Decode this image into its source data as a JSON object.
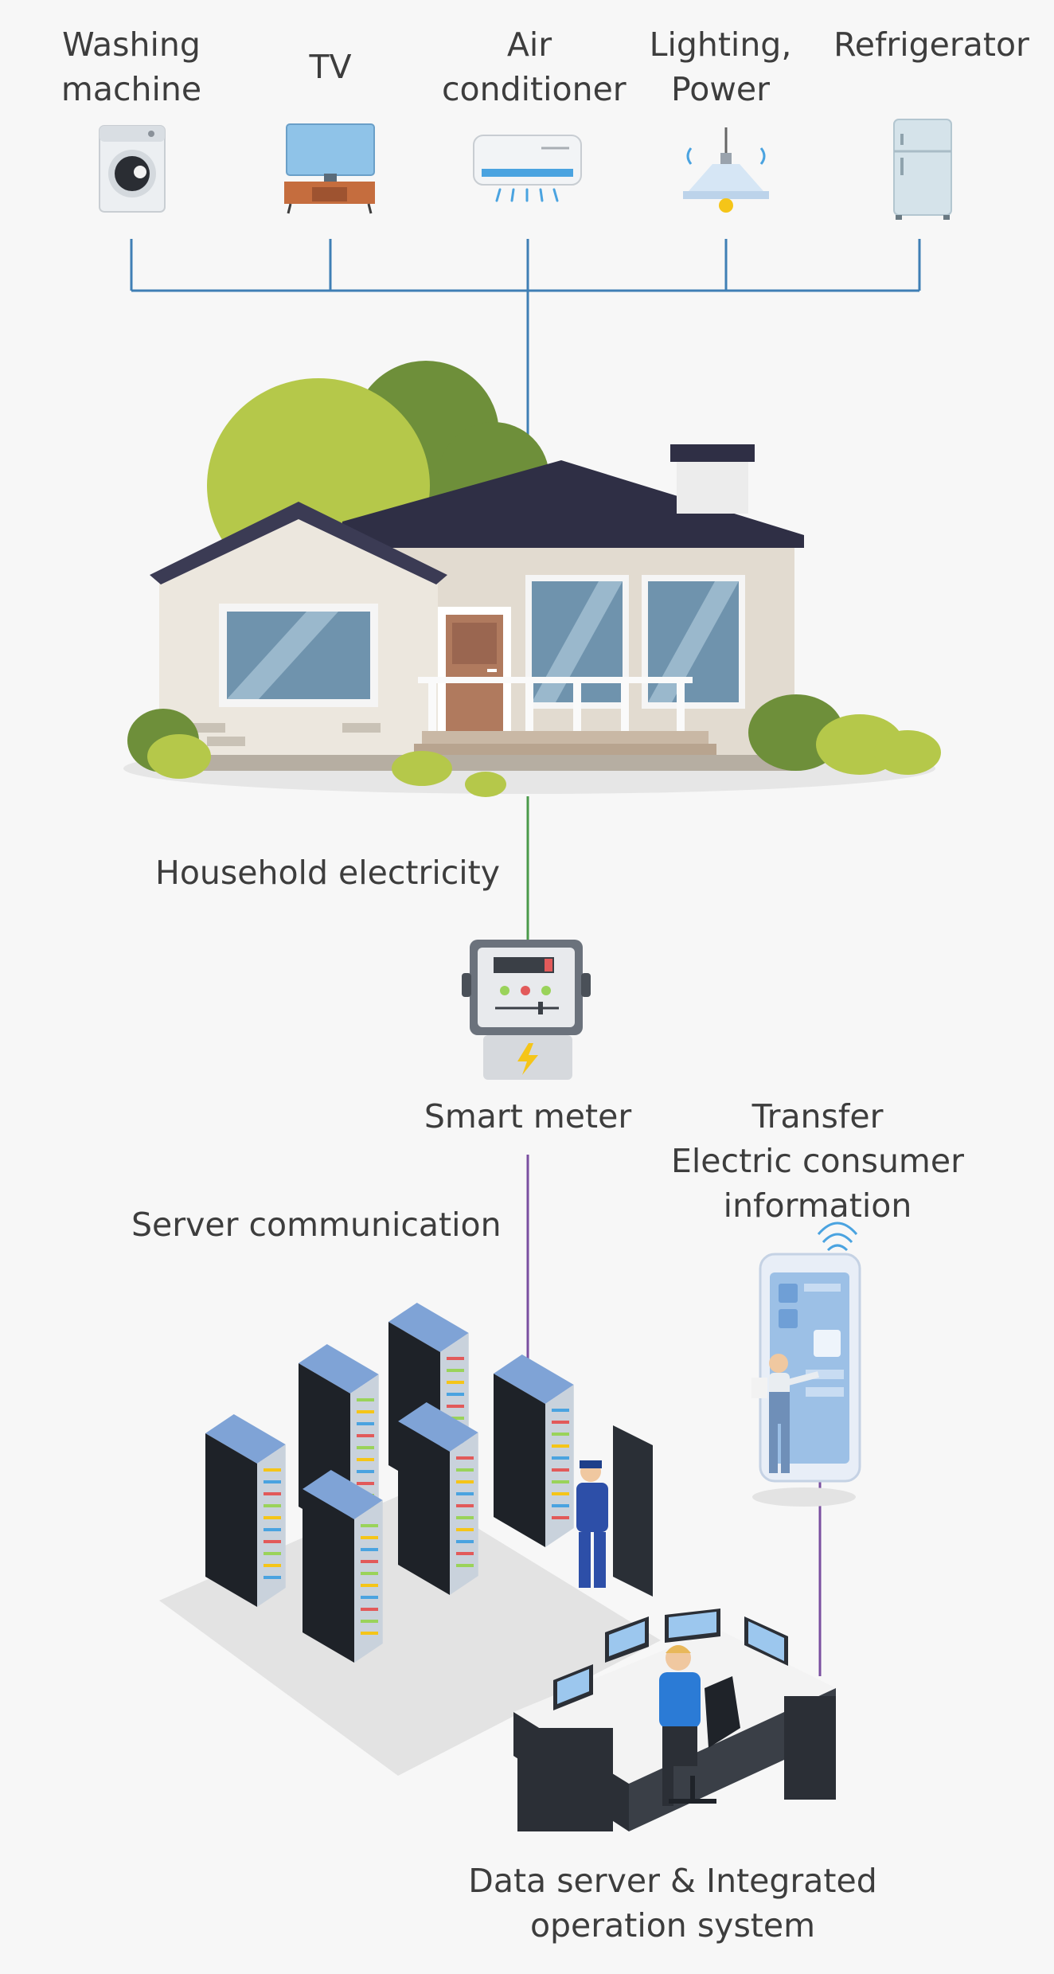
{
  "appliances": [
    {
      "line1": "Washing",
      "line2": "machine",
      "icon": "washing-machine-icon"
    },
    {
      "line1": "TV",
      "line2": "",
      "icon": "tv-icon"
    },
    {
      "line1": "Air",
      "line2": "conditioner",
      "icon": "air-conditioner-icon"
    },
    {
      "line1": "Lighting,",
      "line2": "Power",
      "icon": "ceiling-lamp-icon"
    },
    {
      "line1": "Refrigerator",
      "line2": "",
      "icon": "refrigerator-icon"
    }
  ],
  "labels": {
    "household": "Household electricity",
    "smart_meter": "Smart meter",
    "transfer_1": "Transfer",
    "transfer_2": "Electric consumer",
    "transfer_3": "information",
    "server_comm": "Server communication",
    "data_server_1": "Data server & Integrated",
    "data_server_2": "operation system"
  },
  "colors": {
    "appliance_bus": "#3f7fb5",
    "household_line": "#4a9a4a",
    "server_line": "#7a4fa0",
    "roof": "#2f2f45",
    "foliage_light": "#b5c84a",
    "foliage_dark": "#6e8f3a",
    "server_top": "#7fa3d6"
  }
}
